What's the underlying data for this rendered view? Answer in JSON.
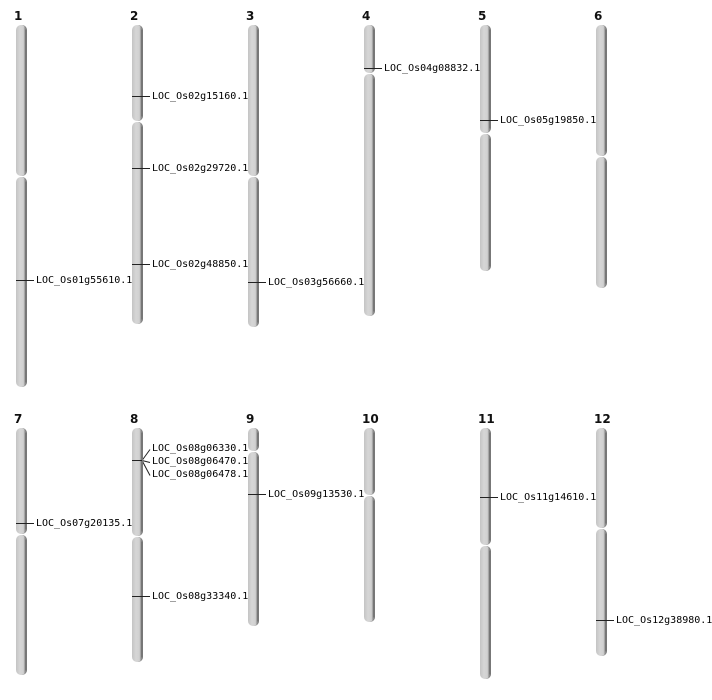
{
  "chromosomes": [
    {
      "name": "1",
      "genes": [
        "LOC_Os01g55610.1"
      ]
    },
    {
      "name": "2",
      "genes": [
        "LOC_Os02g15160.1",
        "LOC_Os02g29720.1",
        "LOC_Os02g48850.1"
      ]
    },
    {
      "name": "3",
      "genes": [
        "LOC_Os03g56660.1"
      ]
    },
    {
      "name": "4",
      "genes": [
        "LOC_Os04g08832.1"
      ]
    },
    {
      "name": "5",
      "genes": [
        "LOC_Os05g19850.1"
      ]
    },
    {
      "name": "6",
      "genes": []
    },
    {
      "name": "7",
      "genes": [
        "LOC_Os07g20135.1"
      ]
    },
    {
      "name": "8",
      "genes": [
        "LOC_Os08g06330.1",
        "LOC_Os08g06470.1",
        "LOC_Os08g06478.1",
        "LOC_Os08g33340.1"
      ]
    },
    {
      "name": "9",
      "genes": [
        "LOC_Os09g13530.1"
      ]
    },
    {
      "name": "10",
      "genes": []
    },
    {
      "name": "11",
      "genes": [
        "LOC_Os11g14610.1"
      ]
    },
    {
      "name": "12",
      "genes": [
        "LOC_Os12g38980.1"
      ]
    }
  ]
}
